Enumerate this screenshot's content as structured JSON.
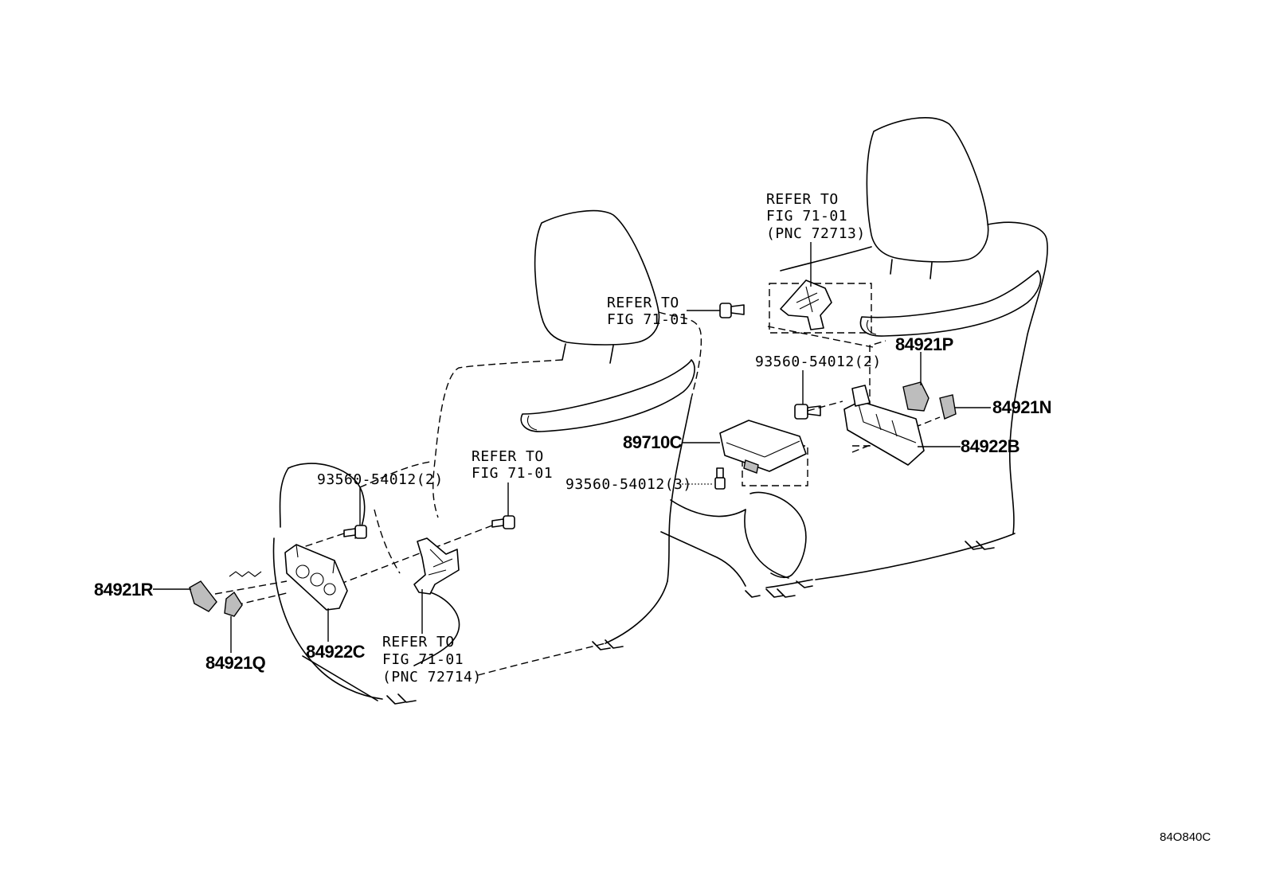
{
  "diagram": {
    "figure_code": "84O840C",
    "parts": {
      "p84921R": "84921R",
      "p84921Q": "84921Q",
      "p84922C": "84922C",
      "p89710C": "89710C",
      "p84921P": "84921P",
      "p84921N": "84921N",
      "p84922B": "84922B"
    },
    "bolts": {
      "bolt_left": "93560-54012(2)",
      "bolt_center": "93560-54012(2)",
      "bolt_module": "93560-54012(3)"
    },
    "refer_notes": {
      "top_right": {
        "line1": "REFER TO",
        "line2": "FIG 71-01",
        "line3": "(PNC 72713)"
      },
      "mid": {
        "line1": "REFER TO",
        "line2": "FIG 71-01"
      },
      "left_upper": {
        "line1": "REFER TO",
        "line2": "FIG 71-01"
      },
      "left_lower": {
        "line1": "REFER TO",
        "line2": "FIG 71-01",
        "line3": "(PNC 72714)"
      }
    }
  }
}
